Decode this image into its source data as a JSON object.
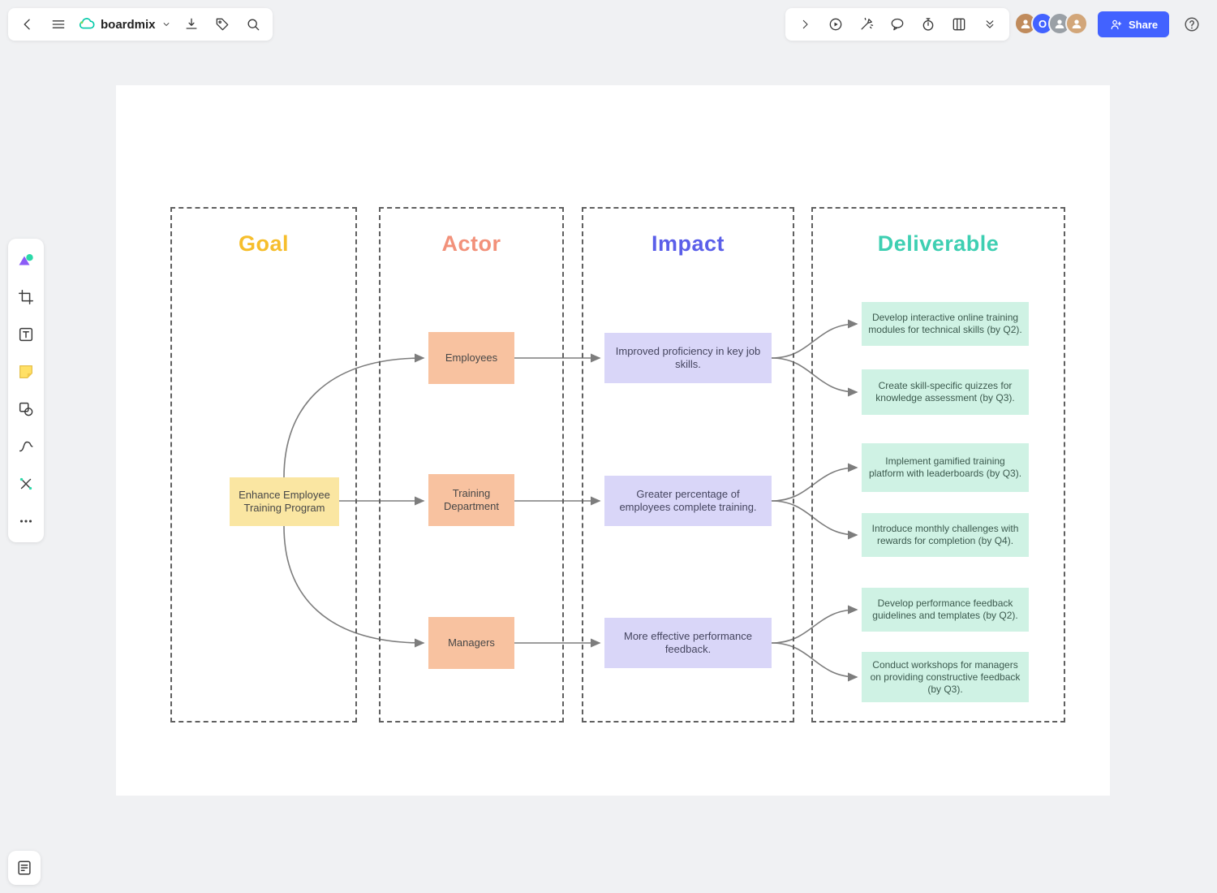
{
  "topbar": {
    "app_name": "boardmix",
    "share_label": "Share",
    "avatars": [
      {
        "name": "collaborator-1",
        "initial": ""
      },
      {
        "name": "collaborator-2",
        "initial": "O"
      },
      {
        "name": "collaborator-3",
        "initial": ""
      },
      {
        "name": "collaborator-4",
        "initial": ""
      }
    ]
  },
  "colors": {
    "brand_blue": "#4262FF",
    "goal_title": "#F6BE2C",
    "actor_title": "#F2917A",
    "impact_title": "#5B5FE9",
    "deliverable_title": "#3ECFB2",
    "goal_fill": "#FAE6A2",
    "actor_fill": "#F8C2A0",
    "impact_fill": "#D9D6F8",
    "deliverable_fill": "#CFF2E4",
    "connector": "#7d7d7d"
  },
  "icons": [
    "back-icon",
    "menu-icon",
    "boardmix-logo",
    "chevron-down-icon",
    "download-icon",
    "tag-icon",
    "search-icon",
    "chevron-right-icon",
    "play-icon",
    "laser-pointer-icon",
    "comment-icon",
    "timer-icon",
    "kanban-icon",
    "chevrons-down-icon",
    "share-person-icon",
    "help-icon",
    "sticker-icon",
    "frame-icon",
    "text-icon",
    "sticky-note-icon",
    "shapes-icon",
    "curve-icon",
    "connector-icon",
    "more-icon",
    "notes-icon"
  ],
  "diagram": {
    "columns": [
      {
        "title": "Goal"
      },
      {
        "title": "Actor"
      },
      {
        "title": "Impact"
      },
      {
        "title": "Deliverable"
      }
    ],
    "goal": "Enhance Employee Training Program",
    "actors": [
      "Employees",
      "Training Department",
      "Managers"
    ],
    "impacts": [
      "Improved proficiency in key job skills.",
      "Greater percentage of employees complete training.",
      "More effective performance feedback."
    ],
    "deliverables": [
      "Develop interactive online training modules for technical skills (by Q2).",
      "Create skill-specific quizzes for knowledge assessment (by Q3).",
      "Implement gamified training platform with leaderboards (by Q3).",
      "Introduce monthly challenges with rewards for completion (by Q4).",
      "Develop performance feedback guidelines and templates (by Q2).",
      "Conduct workshops for managers on providing constructive feedback (by Q3)."
    ]
  }
}
